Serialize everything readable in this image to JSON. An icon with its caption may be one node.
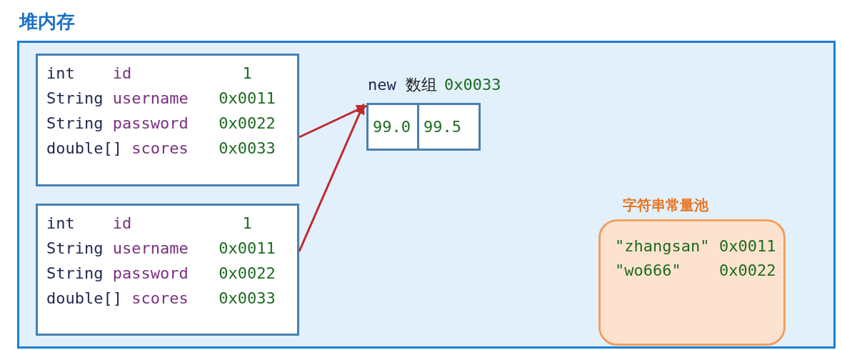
{
  "diagram": {
    "nodes": [
      {
        "text": [
          "堆内存"
        ]
      },
      {
        "text": [
          "int",
          "id",
          "1",
          "String",
          "username",
          "0x0011",
          "String",
          "password",
          "0x0022",
          "double[]",
          "scores",
          "0x0033"
        ],
        "in": 0
      },
      {
        "text": [
          "int",
          "id",
          "1",
          "String",
          "username",
          "0x0011",
          "String",
          "password",
          "0x0022",
          "double[]",
          "scores",
          "0x0033"
        ],
        "in": 0
      },
      {
        "text": [
          "new",
          "数组",
          "0x0033",
          "99.0",
          "99.5"
        ],
        "in": 0
      },
      {
        "text": [
          "字符串常量池",
          "\"zhangsan\"",
          "0x0011",
          "\"wo666\"",
          "0x0022"
        ],
        "in": 0
      }
    ],
    "edges": [
      {
        "from": 1,
        "to": 3,
        "arrow": "to"
      },
      {
        "from": 2,
        "to": 3,
        "arrow": "to"
      }
    ]
  }
}
